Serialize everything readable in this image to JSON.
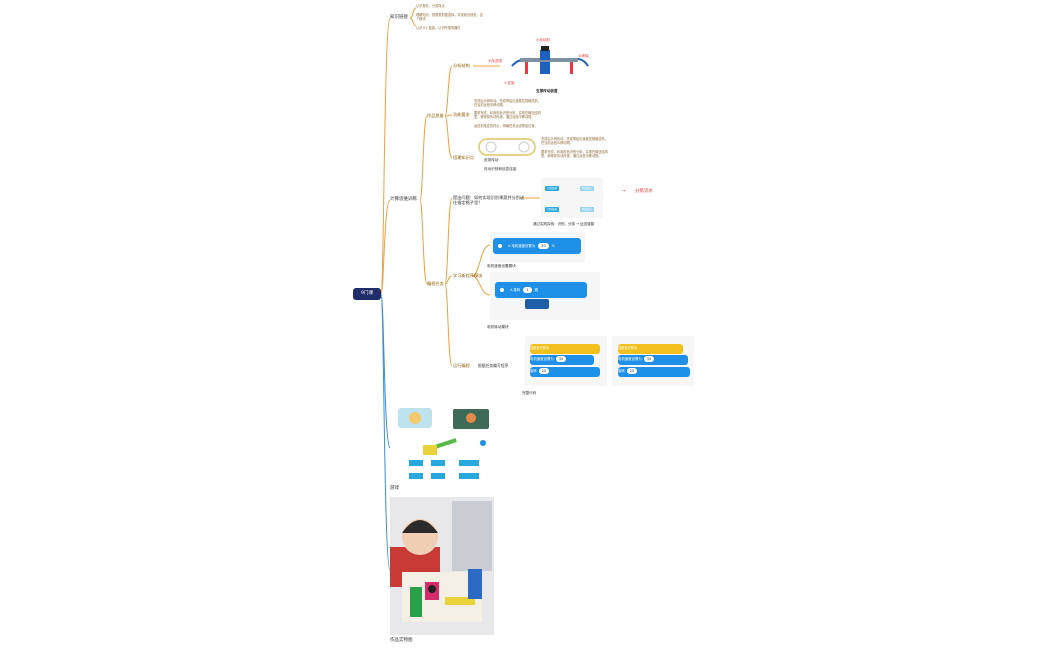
{
  "root": {
    "label": "9门课"
  },
  "branches": {
    "knowledge": {
      "label": "知识链接",
      "notes": [
        "认识条件，分类特点",
        "理解知识，按照类别做选择，并找到出现处，这个模块",
        "认识 EV 套装，认识所需的器件"
      ]
    },
    "training": {
      "label": "计算思维训练"
    },
    "game": {
      "label": "游戏"
    },
    "photo": {
      "label": "作品实物图"
    }
  },
  "sub": {
    "works_thinking": {
      "label": "作品思维"
    },
    "divide_structure": {
      "label": "分析结构"
    },
    "functions": {
      "label": "功能要求"
    },
    "hw_knowledge": {
      "label": "搭建知识点"
    },
    "problem": {
      "label": "提出问题：如何实现识别果蔬并分别送往指定格子里？"
    },
    "prog_task": {
      "label": "编程任务"
    },
    "learn_blocks": {
      "label": "学习新程序模块"
    },
    "run": {
      "label": "运行编程",
      "extra": "根据任务编写程序"
    }
  },
  "function_notes": [
    "完成后示例传动，完成带给出速度控制输送机，在当前运营中移动物。",
    "要求完成，利用颜色识别分析，实现在输送结构里，使得前传动传速，通过运营中移动物。",
    "运送到指定的终点，明确任务运送物品位置。"
  ],
  "structure_labels": {
    "motor": "④电动机",
    "belt": "⑤传送带",
    "roller": "③滚轴",
    "support": "①支架",
    "caption": "支撑传动装置"
  },
  "hw_labels": {
    "a": "皮带传动",
    "b": "传动识别和信息连接"
  },
  "flow": {
    "arrow": "→",
    "text": "分拣流水",
    "caption": "通过实践探索：识别、分类 → 运送道路",
    "box1": "识别结果",
    "box2": "到达终点"
  },
  "blocks": {
    "speed": {
      "port": "A",
      "text": "电机速度设置为",
      "value": "50",
      "unit": "%",
      "caption": "电机速度设置模块"
    },
    "rotate": {
      "port": "A",
      "text": "旋转",
      "value": "1",
      "unit": "圈",
      "caption": "电机转动模块"
    },
    "code_caption": "完整代码",
    "left_hat": "当颜色识别为",
    "left_b1": "电机速度设置为",
    "left_b1_val": "30",
    "left_b2": "旋转",
    "left_b2_val": "20",
    "right_hat": "当颜色识别为",
    "right_b1": "电机速度设置为",
    "right_b1_val": "30",
    "right_b2": "旋转",
    "right_b2_val": "20"
  },
  "colors": {
    "root": "#1f2d6a",
    "line_orange": "#f0a040",
    "line_blue": "#3a8fd6",
    "block_blue": "#1e90e8",
    "block_yellow": "#f3c020",
    "accent_red": "#e23b3b"
  }
}
